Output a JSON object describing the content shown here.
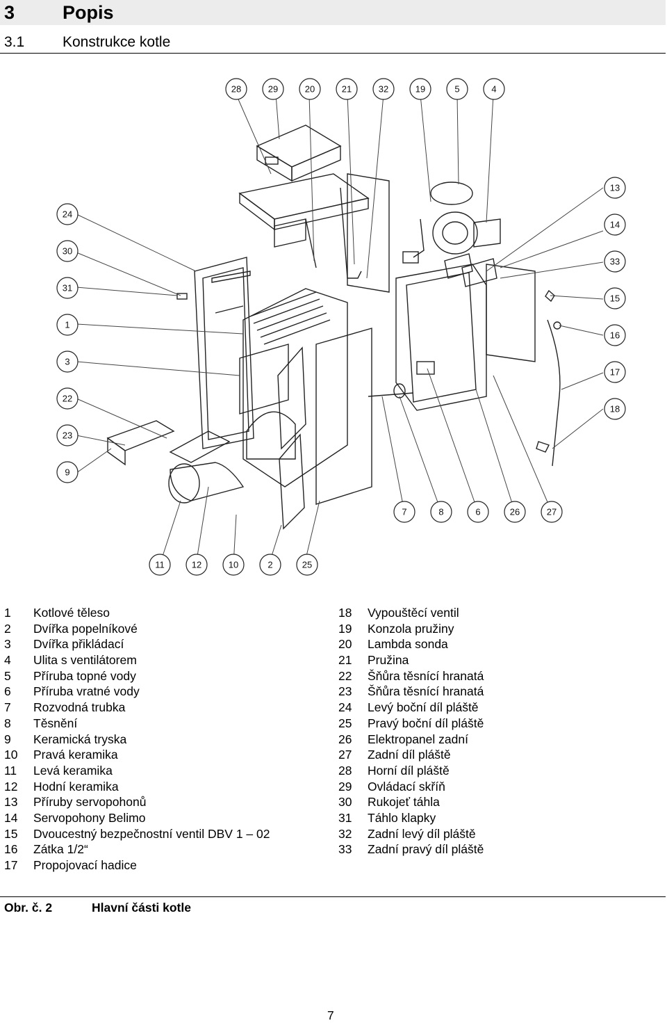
{
  "heading1": {
    "number": "3",
    "text": "Popis"
  },
  "heading2": {
    "number": "3.1",
    "text": "Konstrukce kotle"
  },
  "callouts": {
    "top": [
      "28",
      "29",
      "20",
      "21",
      "32",
      "19",
      "5",
      "4"
    ],
    "right": [
      "13",
      "14",
      "33",
      "15",
      "16",
      "17",
      "18"
    ],
    "left": [
      "24",
      "30",
      "31",
      "1",
      "3",
      "22",
      "23",
      "9"
    ],
    "bottom_left": [
      "11",
      "12",
      "10",
      "2",
      "25"
    ],
    "bottom_right": [
      "7",
      "8",
      "6",
      "26",
      "27"
    ]
  },
  "legend_left": [
    {
      "n": "1",
      "text": "Kotlové těleso"
    },
    {
      "n": "2",
      "text": "Dvířka popelníkové"
    },
    {
      "n": "3",
      "text": "Dvířka přikládací"
    },
    {
      "n": "4",
      "text": "Ulita s ventilátorem"
    },
    {
      "n": "5",
      "text": "Příruba topné vody"
    },
    {
      "n": "6",
      "text": "Příruba vratné vody"
    },
    {
      "n": "7",
      "text": "Rozvodná trubka"
    },
    {
      "n": "8",
      "text": "Těsnění"
    },
    {
      "n": "9",
      "text": "Keramická tryska"
    },
    {
      "n": "10",
      "text": "Pravá keramika"
    },
    {
      "n": "11",
      "text": "Levá keramika"
    },
    {
      "n": "12",
      "text": "Hodní keramika"
    },
    {
      "n": "13",
      "text": "Příruby servopohonů"
    },
    {
      "n": "14",
      "text": "Servopohony Belimo"
    },
    {
      "n": "15",
      "text": "Dvoucestný bezpečnostní ventil DBV 1 – 02"
    },
    {
      "n": "16",
      "text": "Zátka 1/2“"
    },
    {
      "n": "17",
      "text": "Propojovací hadice"
    }
  ],
  "legend_right": [
    {
      "n": "18",
      "text": "Vypouštěcí ventil"
    },
    {
      "n": "19",
      "text": "Konzola pružiny"
    },
    {
      "n": "20",
      "text": "Lambda sonda"
    },
    {
      "n": "21",
      "text": "Pružina"
    },
    {
      "n": "22",
      "text": "Šňůra těsnící hranatá"
    },
    {
      "n": "23",
      "text": "Šňůra těsnící hranatá"
    },
    {
      "n": "24",
      "text": "Levý boční díl pláště"
    },
    {
      "n": "25",
      "text": "Pravý boční díl pláště"
    },
    {
      "n": "26",
      "text": "Elektropanel zadní"
    },
    {
      "n": "27",
      "text": "Zadní díl pláště"
    },
    {
      "n": "28",
      "text": "Horní díl pláště"
    },
    {
      "n": "29",
      "text": "Ovládací skříň"
    },
    {
      "n": "30",
      "text": "Rukojeť táhla"
    },
    {
      "n": "31",
      "text": "Táhlo klapky"
    },
    {
      "n": "32",
      "text": "Zadní levý díl pláště"
    },
    {
      "n": "33",
      "text": "Zadní pravý díl pláště"
    }
  ],
  "caption": {
    "label": "Obr. č. 2",
    "title": "Hlavní části kotle"
  },
  "page_number": "7"
}
